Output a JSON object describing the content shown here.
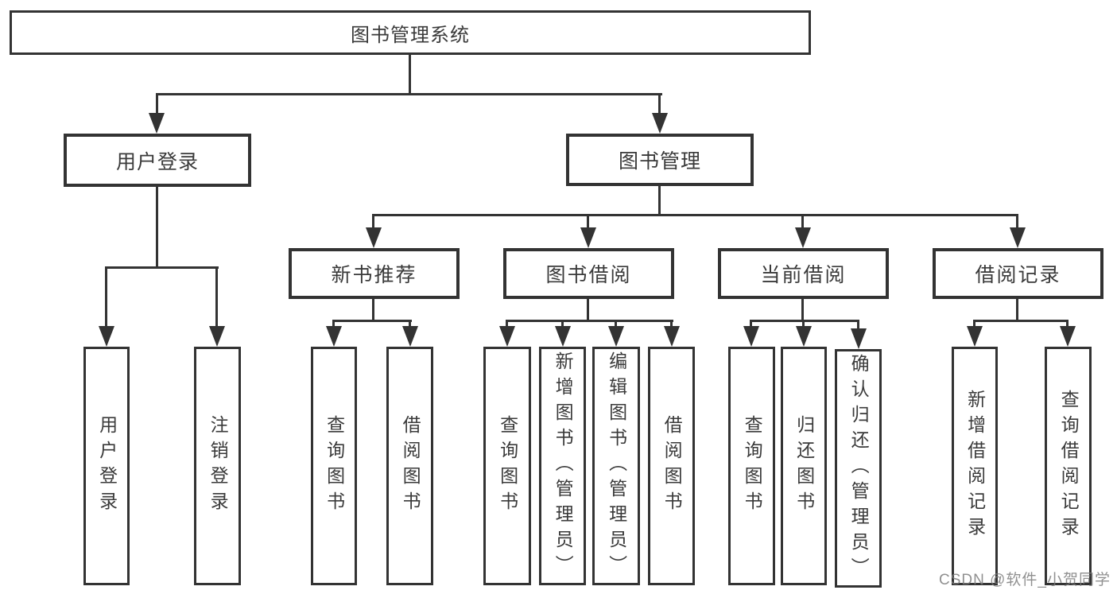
{
  "diagram": {
    "type": "hierarchy-tree",
    "watermark": "CSDN @软件_小贺同学",
    "colors": {
      "background": "#ffffff",
      "line": "#333333",
      "box_border": "#333333",
      "box_fill": "#ffffff",
      "text": "#3a3a3a",
      "watermark": "#9b9b9b"
    },
    "root": {
      "label": "图书管理系统",
      "children": [
        {
          "label": "用户登录",
          "children": [
            {
              "label": "用户登录"
            },
            {
              "label": "注销登录"
            }
          ]
        },
        {
          "label": "图书管理",
          "children": [
            {
              "label": "新书推荐",
              "children": [
                {
                  "label": "查询图书"
                },
                {
                  "label": "借阅图书"
                }
              ]
            },
            {
              "label": "图书借阅",
              "children": [
                {
                  "label": "查询图书"
                },
                {
                  "label": "新增图书（管理员）"
                },
                {
                  "label": "编辑图书（管理员）"
                },
                {
                  "label": "借阅图书"
                }
              ]
            },
            {
              "label": "当前借阅",
              "children": [
                {
                  "label": "查询图书"
                },
                {
                  "label": "归还图书"
                },
                {
                  "label": "确认归还（管理员）"
                }
              ]
            },
            {
              "label": "借阅记录",
              "children": [
                {
                  "label": "新增借阅记录"
                },
                {
                  "label": "查询借阅记录"
                }
              ]
            }
          ]
        }
      ]
    }
  }
}
